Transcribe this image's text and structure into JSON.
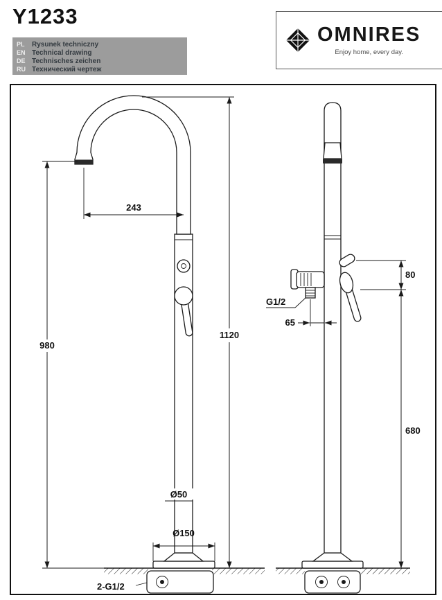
{
  "header": {
    "model": "Y1233",
    "languages": [
      {
        "code": "PL",
        "label": "Rysunek techniczny"
      },
      {
        "code": "EN",
        "label": "Technical drawing"
      },
      {
        "code": "DE",
        "label": "Technisches zeichen"
      },
      {
        "code": "RU",
        "label": "Технический чертеж"
      }
    ],
    "brand": {
      "name": "OMNIRES",
      "tagline": "Enjoy home, every day."
    }
  },
  "drawing": {
    "front_view": {
      "spout_reach": "243",
      "total_height": "1120",
      "spout_height": "980",
      "column_diameter": "Ø50",
      "base_diameter": "Ø150",
      "inlet_connection": "2-G1/2"
    },
    "side_view": {
      "outlet_spacing": "80",
      "outlet_thread": "G1/2",
      "outlet_offset": "65",
      "handle_height": "680"
    }
  },
  "colors": {
    "banner_bg": "#9c9c9c",
    "line": "#1a1a1a"
  }
}
